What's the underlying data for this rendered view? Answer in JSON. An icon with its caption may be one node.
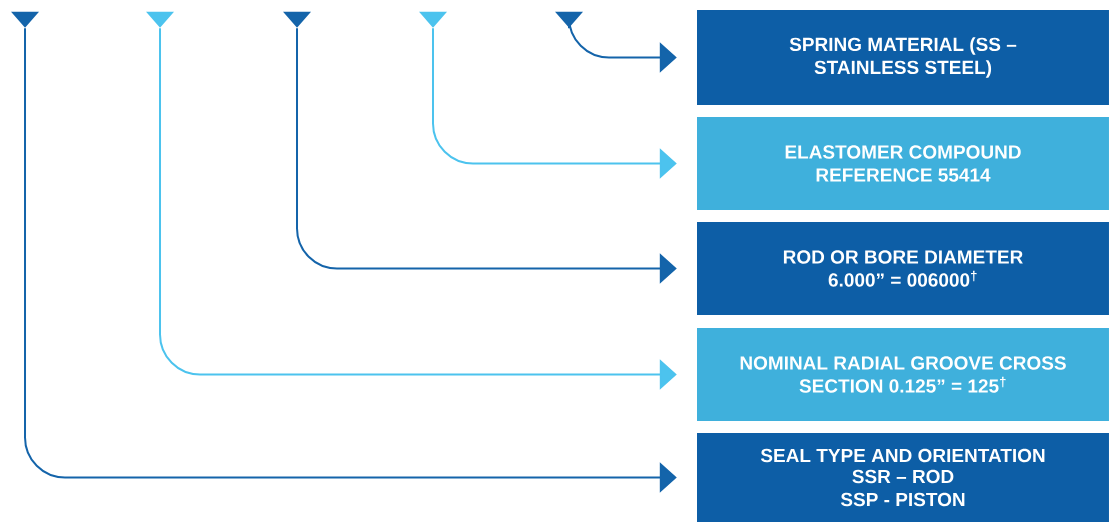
{
  "diagram": {
    "nodes": [
      {
        "text": [],
        "shape": "triangle"
      },
      {
        "text": [],
        "shape": "triangle"
      },
      {
        "text": [],
        "shape": "triangle"
      },
      {
        "text": [],
        "shape": "triangle"
      },
      {
        "text": [],
        "shape": "triangle"
      },
      {
        "text": [
          "SPRING MATERIAL (SS – STAINLESS STEEL)"
        ]
      },
      {
        "text": [
          "ELASTOMER COMPOUND REFERENCE 55414"
        ]
      },
      {
        "text": [
          "ROD OR BORE DIAMETER 6.000” = 006000$^{†}$"
        ]
      },
      {
        "text": [
          "NOMINAL RADIAL GROOVE CROSS SECTION 0.125” = 125$^{†}$"
        ]
      },
      {
        "text": [
          "SEAL TYPE AND ORIENTATION",
          "SSR – ROD SSP - PISTON"
        ]
      }
    ],
    "edges": [
      {
        "from": 0,
        "to": 9,
        "arrow": "to"
      },
      {
        "from": 1,
        "to": 8,
        "arrow": "to",
        "color": "#4cc3ee"
      },
      {
        "from": 2,
        "to": 7,
        "arrow": "to"
      },
      {
        "from": 3,
        "to": 6,
        "arrow": "to",
        "color": "#4cc3ee"
      },
      {
        "from": 4,
        "to": 5,
        "arrow": "to"
      }
    ]
  }
}
